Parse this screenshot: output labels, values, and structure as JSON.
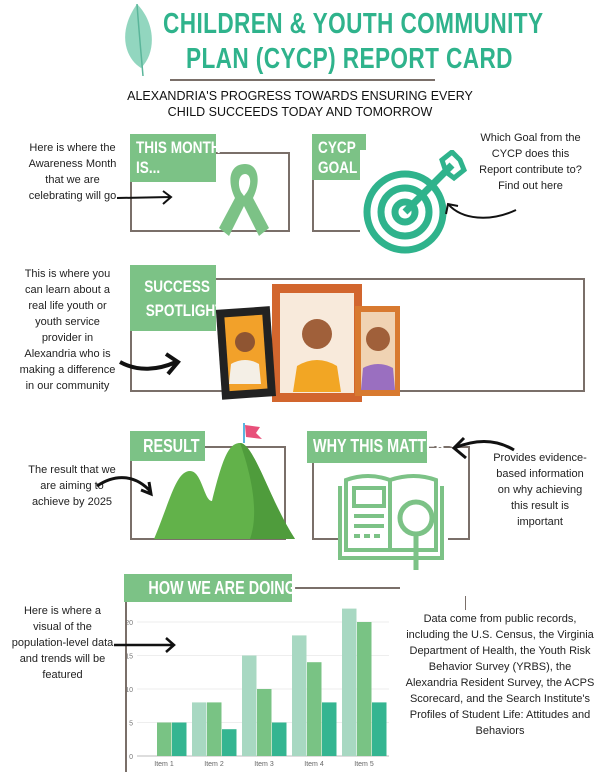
{
  "header": {
    "title_line1": "CHILDREN & YOUTH COMMUNITY",
    "title_line2": "PLAN (CYCP) REPORT CARD",
    "subtitle_line1": "ALEXANDRIA'S PROGRESS TOWARDS ENSURING EVERY",
    "subtitle_line2": "CHILD SUCCEEDS TODAY AND TOMORROW",
    "logo_icon": "leaf-icon"
  },
  "sections": {
    "this_month": {
      "label_line1": "THIS MONTH",
      "label_line2": "IS...",
      "note": "Here is where the Awareness Month that we are celebrating will go",
      "icon": "awareness-ribbon-icon"
    },
    "cycp_goal": {
      "label_line1": "CYCP",
      "label_line2": "GOAL",
      "note": "Which Goal from the CYCP does this Report contribute to? Find out here",
      "icon": "target-icon"
    },
    "success_spotlight": {
      "label_line1": "SUCCESS",
      "label_line2": "SPOTLIGHT",
      "note": "This is where you can learn about a real life youth or youth service provider in Alexandria who is making a difference in our community",
      "icon": "portrait-frames-icon"
    },
    "result": {
      "label": "RESULT",
      "note": "The result that we are aiming to achieve by 2025",
      "icon": "mountain-flag-icon"
    },
    "why_this_matters": {
      "label": "WHY THIS MATTERS",
      "note": "Provides evidence-based information on why achieving this result is important",
      "icon": "book-magnifier-icon"
    },
    "how_we_are_doing": {
      "label": "HOW WE ARE DOING",
      "note": "Here is where a visual of the population-level data and trends will be featured",
      "sources": "Data come from public records, including the U.S. Census, the Virginia Department of Health, the Youth Risk Behavior Survey (YRBS), the Alexandria Resident Survey, the ACPS Scorecard, and the Search Institute's Profiles of Student Life: Attitudes and Behaviors"
    }
  },
  "colors": {
    "accent": "#2fb38c",
    "label_bg": "#7cc286",
    "frame": "#7a6f69"
  },
  "chart_data": {
    "type": "bar",
    "categories": [
      "Item 1",
      "Item 2",
      "Item 3",
      "Item 4",
      "Item 5"
    ],
    "series": [
      {
        "values": [
          0,
          8,
          15,
          18,
          22
        ],
        "color": "#a8d8c2"
      },
      {
        "values": [
          5,
          8,
          10,
          14,
          20
        ],
        "color": "#79c384"
      },
      {
        "values": [
          5,
          4,
          5,
          8,
          8
        ],
        "color": "#34b591"
      }
    ],
    "yticks": [
      "0",
      "5",
      "10",
      "15",
      "20"
    ],
    "ylim": [
      0,
      22
    ],
    "grid": true
  }
}
